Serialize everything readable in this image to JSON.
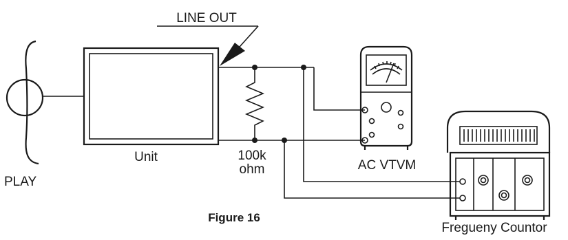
{
  "labels": {
    "line_out": "LINE OUT",
    "unit": "Unit",
    "play": "PLAY",
    "resistor_value": "100k",
    "resistor_unit": "ohm",
    "vtvm": "AC VTVM",
    "counter": "Fregueny Countor",
    "figure": "Figure 16"
  },
  "colors": {
    "ink": "#1a1a1a",
    "paper": "#ffffff"
  }
}
